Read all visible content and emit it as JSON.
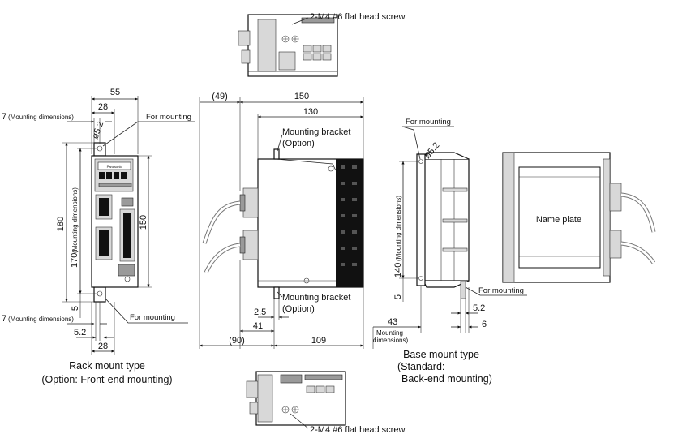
{
  "labels": {
    "screw_top": "2-M4  #6 flat head screw",
    "screw_bottom": "2-M4  #6 flat head screw",
    "for_mounting": "For mounting",
    "mounting_bracket": "Mounting bracket",
    "option": "(Option)",
    "mounting_dimensions": "(Mounting dimensions)",
    "mounting_dimensions_inline": "(Mounting dimensions)",
    "mounting_word": "Mounting",
    "dimensions_word": "dimensions)",
    "name_plate": "Name plate",
    "rack_title": "Rack mount type",
    "rack_sub": "(Option: Front-end mounting)",
    "base_title": "Base mount type",
    "base_sub1": "(Standard:",
    "base_sub2": "Back-end mounting)",
    "brand": "Panasonic"
  },
  "dims": {
    "d55": "55",
    "d28": "28",
    "d7": "7",
    "d52a": "ø5.2",
    "d180": "180",
    "d170": "170",
    "d150v": "150",
    "d5a": "5",
    "d52b": "5.2",
    "d28b": "28",
    "d49": "(49)",
    "d150": "150",
    "d130": "130",
    "d25": "2.5",
    "d41": "41",
    "d90": "(90)",
    "d109": "109",
    "d52c": "ø5.2",
    "d140": "140",
    "d5b": "5",
    "d43": "43",
    "d52d": "5.2",
    "d6": "6"
  }
}
